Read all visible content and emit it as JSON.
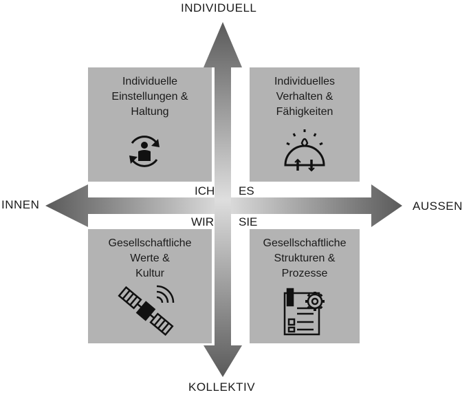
{
  "axes": {
    "top": "INDIVIDUELL",
    "bottom": "KOLLEKTIV",
    "left": "INNEN",
    "right": "AUSSEN"
  },
  "center_labels": {
    "top_left": "ICH",
    "top_right": "ES",
    "bottom_left": "WIR",
    "bottom_right": "SIE"
  },
  "quadrants": {
    "top_left": {
      "title": "Individuelle\nEinstellungen &\nHaltung",
      "icon": "person-cycle-icon"
    },
    "top_right": {
      "title": "Individuelles\nVerhalten &\nFähigkeiten",
      "icon": "skills-gauge-icon"
    },
    "bottom_left": {
      "title": "Gesellschaftliche\nWerte &\nKultur",
      "icon": "satellite-icon"
    },
    "bottom_right": {
      "title": "Gesellschaftliche\nStrukturen &\nProzesse",
      "icon": "process-document-gear-icon"
    }
  },
  "colors": {
    "box": "#b3b3b3",
    "arrow_dark": "#5a5a5a",
    "arrow_light": "#d9d9d9",
    "text": "#1a1a1a"
  }
}
